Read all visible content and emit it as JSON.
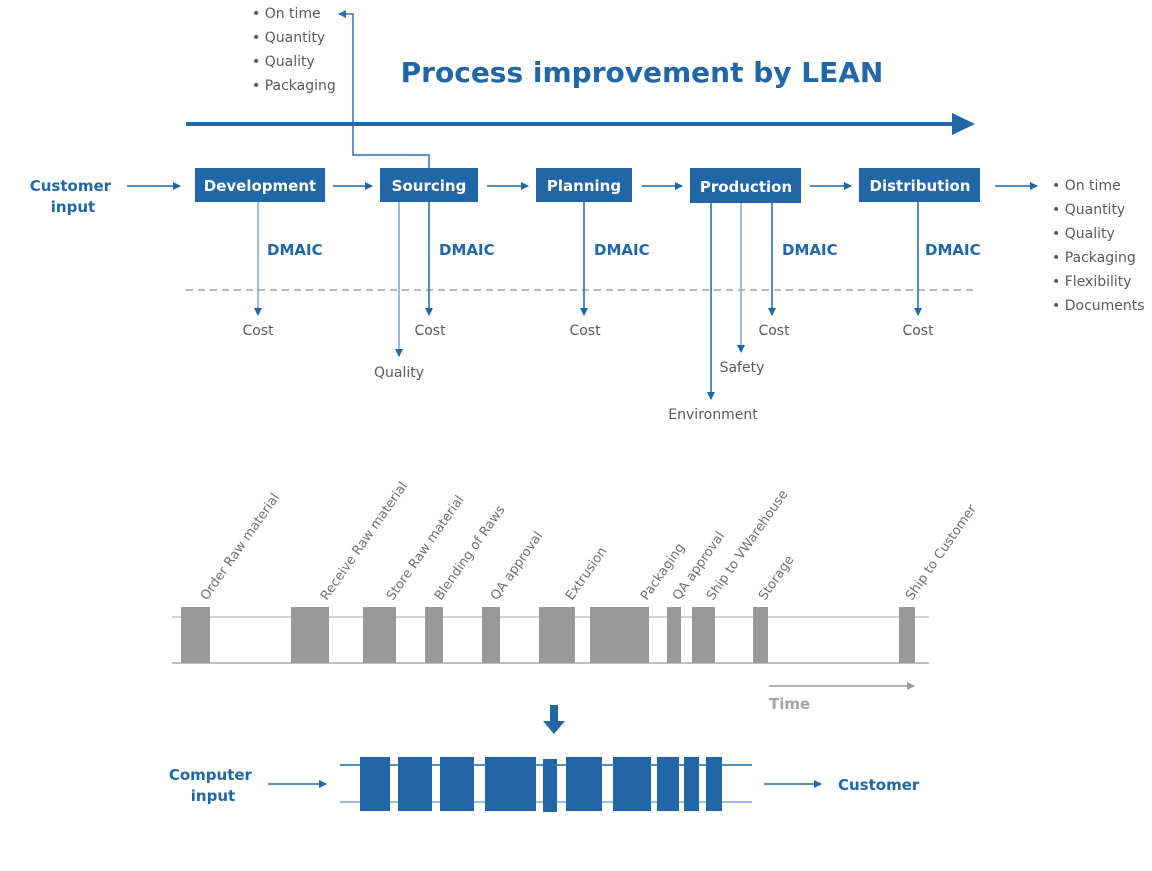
{
  "title": "Process improvement by LEAN",
  "colors": {
    "accent": "#2166a6",
    "light_accent": "#7aa6d1",
    "gray_bar": "#999999",
    "text_gray": "#5a5a5a",
    "dash_gray": "#a0a0a0"
  },
  "input_label": [
    "Customer",
    "input"
  ],
  "process_steps": [
    {
      "label": "Development"
    },
    {
      "label": "Sourcing"
    },
    {
      "label": "Planning"
    },
    {
      "label": "Production"
    },
    {
      "label": "Distribution"
    }
  ],
  "dmaic_label": "DMAIC",
  "outputs": {
    "development": [
      "Cost"
    ],
    "sourcing": [
      "Cost",
      "Quality"
    ],
    "planning": [
      "Cost"
    ],
    "production": [
      "Cost",
      "Safety",
      "Environment"
    ],
    "distribution": [
      "Cost"
    ]
  },
  "feedback_list": [
    "On time",
    "Quantity",
    "Quality",
    "Packaging"
  ],
  "result_list": [
    "On time",
    "Quantity",
    "Quality",
    "Packaging",
    "Flexibility",
    "Documents"
  ],
  "timeline": {
    "time_label": "Time",
    "steps": [
      "Order Raw material",
      "Receive Raw material",
      "Store Raw material",
      "Blending of Raws",
      "QA approval",
      "Extrusion",
      "Packaging",
      "QA approval",
      "Ship to VWarehouse",
      "Storage",
      "Ship to Customer"
    ]
  },
  "improved": {
    "input_label": [
      "Computer",
      "input"
    ],
    "output_label": "Customer",
    "block_count": 10
  }
}
